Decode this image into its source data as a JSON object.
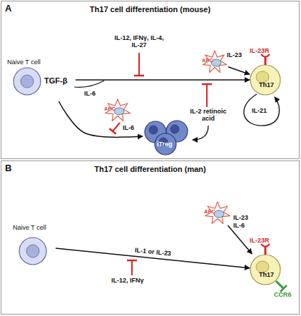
{
  "diagram": {
    "nodes": [
      {
        "text": [
          "A",
          "Th17 cell differentiation (mouse)"
        ]
      },
      {
        "text": [
          "Naive T cell",
          "TGF-β"
        ],
        "in": 0
      },
      {
        "text": [
          "APC"
        ],
        "in": 0
      },
      {
        "text": [
          "Th17"
        ],
        "in": 0
      },
      {
        "text": [
          "APC"
        ],
        "in": 0
      },
      {
        "text": [
          "iTreg"
        ],
        "in": 0
      },
      {
        "text": [
          "B",
          "Th17 cell differentiation (man)"
        ]
      },
      {
        "text": [
          "Naive T cell"
        ],
        "in": 6
      },
      {
        "text": [
          "APC"
        ],
        "in": 6
      },
      {
        "text": [
          "Th17"
        ],
        "in": 6
      }
    ],
    "edges": [
      {
        "from": 1,
        "to": 3,
        "arrow": "to"
      },
      {
        "from": 2,
        "to": 3,
        "label": "IL-23",
        "arrow": "to"
      },
      {
        "from": 1,
        "to": 5,
        "arrow": "to"
      },
      {
        "from": 7,
        "to": 9,
        "label": "IL-1 or IL-23",
        "arrow": "to"
      },
      {
        "from": 8,
        "to": 9,
        "arrow": "to"
      }
    ],
    "labels": [
      "IL-12, IFNγ, IL-4, IL-27",
      "IL-6",
      "IL-6",
      "IL-2 retinoic acid",
      "IL-23R",
      "IL-21",
      "IL-23",
      "IL-6",
      "IL-12, IFNγ",
      "IL-23R",
      "CCR6"
    ]
  }
}
